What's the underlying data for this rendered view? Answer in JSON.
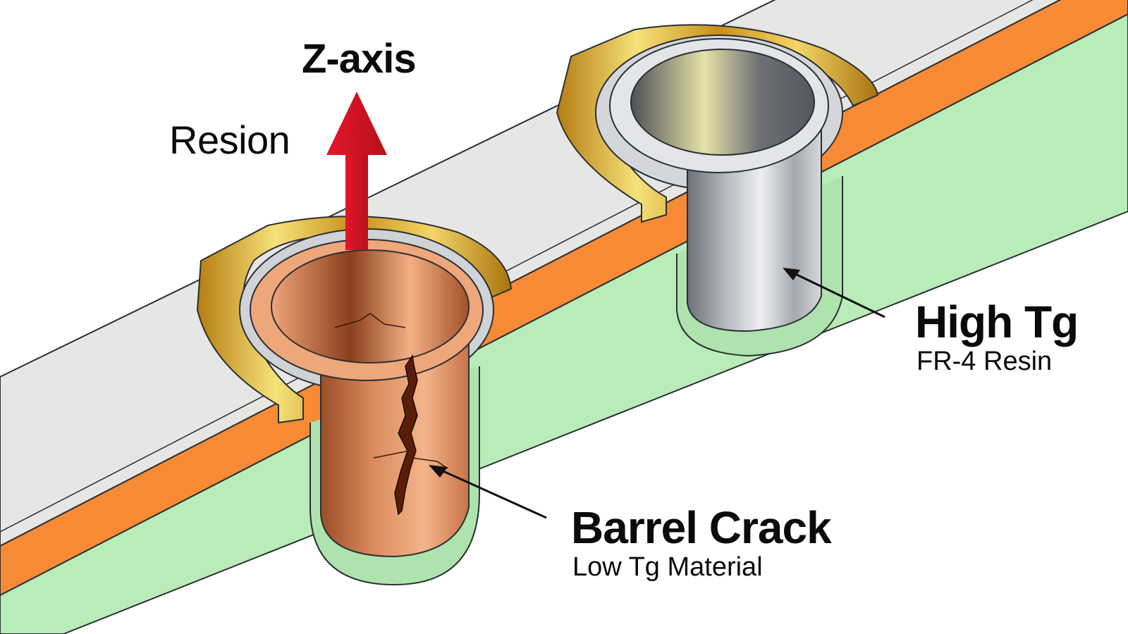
{
  "diagram": {
    "subject": "PCB plated through-hole vias under Z-axis thermal expansion",
    "labels": {
      "z_axis": "Z-axis",
      "resion": "Resion",
      "high_tg_title": "High Tg",
      "high_tg_subtitle": "FR-4 Resin",
      "barrel_crack_title": "Barrel Crack",
      "barrel_crack_subtitle": "Low Tg Material"
    },
    "components": [
      {
        "id": "left-via",
        "material": "copper",
        "condition": "cracked barrel",
        "callout": "Barrel Crack"
      },
      {
        "id": "right-via",
        "material": "silver/tin plated",
        "condition": "intact barrel",
        "callout": "High Tg"
      }
    ],
    "layers": [
      "top surface (gray)",
      "copper/orange layer",
      "FR-4 core (green)"
    ],
    "colors": {
      "surface": "#e6e6e4",
      "orange_layer": "#f68a35",
      "core": "#b8ecb8",
      "pad_gold": "#d9a92a",
      "copper": "#d9875a",
      "silver": "#b9bcc2",
      "arrow_red": "#d3121f",
      "outline": "#2b2f33"
    }
  }
}
